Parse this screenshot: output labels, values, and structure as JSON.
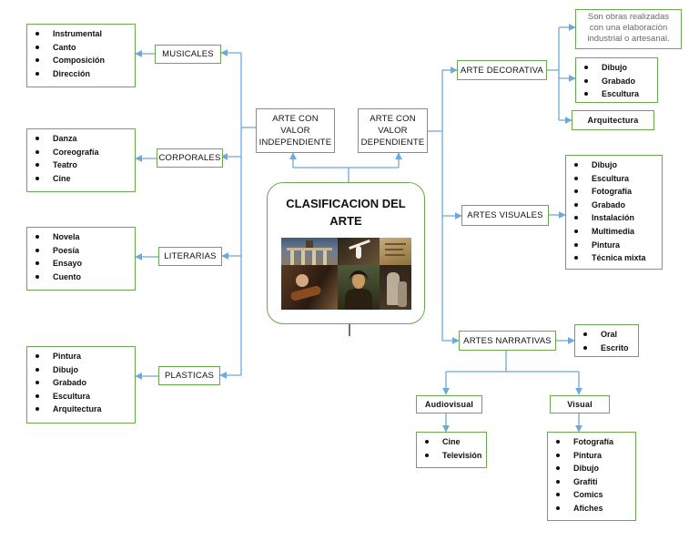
{
  "center": {
    "title_line1": "CLASIFICACION DEL",
    "title_line2": "ARTE"
  },
  "top_nodes": {
    "independiente": [
      "ARTE CON",
      "VALOR",
      "INDEPENDIENTE"
    ],
    "dependiente": [
      "ARTE CON",
      "VALOR",
      "DEPENDIENTE"
    ]
  },
  "left_categories": [
    {
      "id": "musicales",
      "label": "MUSICALES",
      "items": [
        "Instrumental",
        "Canto",
        "Composición",
        "Dirección"
      ]
    },
    {
      "id": "corporales",
      "label": "CORPORALES",
      "items": [
        "Danza",
        "Coreografía",
        "Teatro",
        "Cine"
      ]
    },
    {
      "id": "literarias",
      "label": "LITERARIAS",
      "items": [
        "Novela",
        "Poesía",
        "Ensayo",
        "Cuento"
      ]
    },
    {
      "id": "plasticas",
      "label": "PLASTICAS",
      "items": [
        "Pintura",
        "Dibujo",
        "Grabado",
        "Escultura",
        "Arquitectura"
      ]
    }
  ],
  "arte_decorativa": {
    "label": "ARTE DECORATIVA",
    "note": [
      "Son obras realizadas",
      "con una elaboración",
      "industrial o artesanal."
    ],
    "items": [
      "Dibujo",
      "Grabado",
      "Escultura"
    ],
    "arquitectura": "Arquitectura"
  },
  "artes_visuales": {
    "label": "ARTES VISUALES",
    "items": [
      "Dibujo",
      "Escultura",
      "Fotografía",
      "Grabado",
      "Instalación",
      "Multimedia",
      "Pintura",
      "Técnica mixta"
    ]
  },
  "artes_narrativas": {
    "label": "ARTES NARRATIVAS",
    "items": [
      "Oral",
      "Escrito"
    ],
    "audiovisual": {
      "label": "Audiovisual",
      "items": [
        "Cine",
        "Televisión"
      ]
    },
    "visual": {
      "label": "Visual",
      "items": [
        "Fotografía",
        "Pintura",
        "Dibujo",
        "Grafiti",
        "Comics",
        "Afiches"
      ]
    }
  },
  "colors": {
    "box_border": "#6aa84f",
    "connector": "#6fa8dc",
    "note_text": "#6b6b6b"
  }
}
